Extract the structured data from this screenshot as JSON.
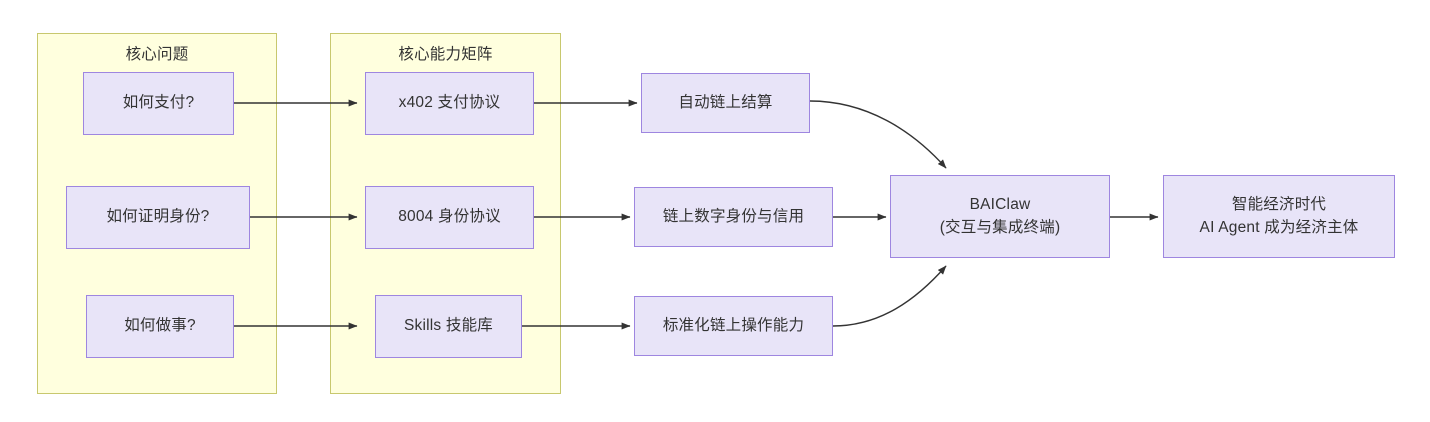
{
  "diagram": {
    "type": "flowchart",
    "direction": "left-to-right",
    "background_color": "#ffffff",
    "node_fill_color": "#e8e4f8",
    "node_border_color": "#9e86e0",
    "cluster_fill_color": "#ffffde",
    "cluster_border_color": "#c8c86e",
    "edge_color": "#333333",
    "text_color": "#333333"
  },
  "clusters": [
    {
      "id": "core-questions",
      "label": "核心问题"
    },
    {
      "id": "core-capability-matrix",
      "label": "核心能力矩阵"
    }
  ],
  "nodes": {
    "q_pay": "如何支付?",
    "q_identity": "如何证明身份?",
    "q_action": "如何做事?",
    "cap_x402": "x402 支付协议",
    "cap_8004": "8004 身份协议",
    "cap_skills": "Skills 技能库",
    "out_settlement": "自动链上结算",
    "out_identity": "链上数字身份与信用",
    "out_operation": "标准化链上操作能力",
    "hub": "BAIClaw\n(交互与集成终端)",
    "result": "智能经济时代\nAI Agent 成为经济主体"
  },
  "edges": [
    {
      "from": "q_pay",
      "to": "cap_x402",
      "style": "straight"
    },
    {
      "from": "q_identity",
      "to": "cap_8004",
      "style": "straight"
    },
    {
      "from": "q_action",
      "to": "cap_skills",
      "style": "straight"
    },
    {
      "from": "cap_x402",
      "to": "out_settlement",
      "style": "straight"
    },
    {
      "from": "cap_8004",
      "to": "out_identity",
      "style": "straight"
    },
    {
      "from": "cap_skills",
      "to": "out_operation",
      "style": "straight"
    },
    {
      "from": "out_settlement",
      "to": "hub",
      "style": "curved"
    },
    {
      "from": "out_identity",
      "to": "hub",
      "style": "straight"
    },
    {
      "from": "out_operation",
      "to": "hub",
      "style": "curved"
    },
    {
      "from": "hub",
      "to": "result",
      "style": "straight"
    }
  ]
}
